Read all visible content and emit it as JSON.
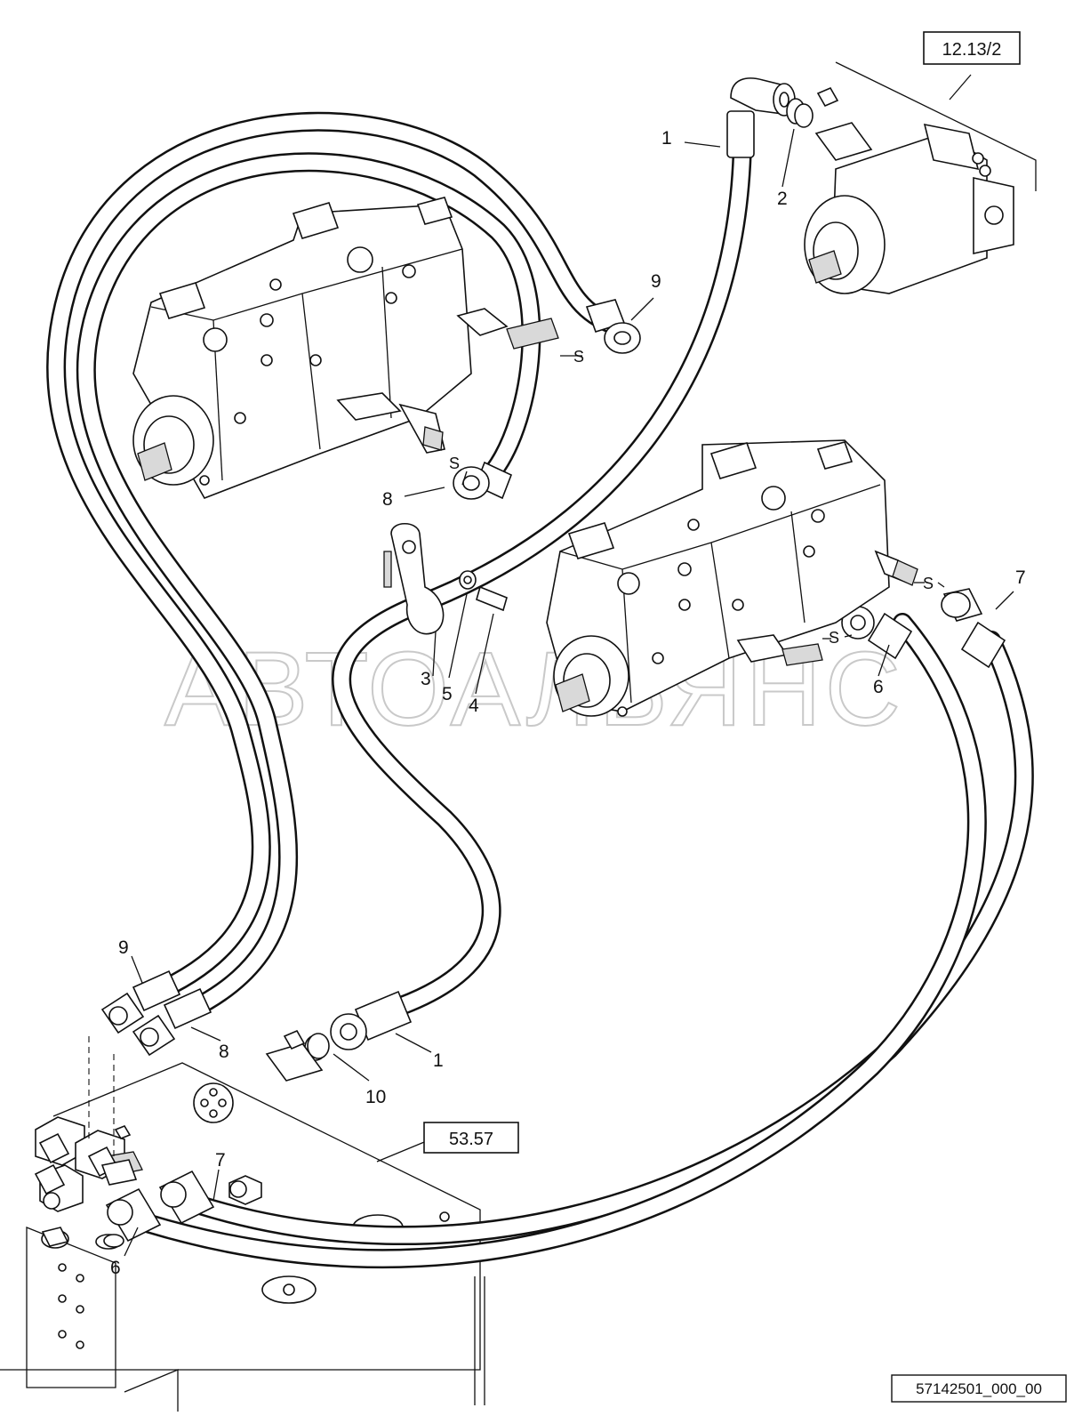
{
  "references": {
    "top_right": "12.13/2",
    "bottom_center": "53.57"
  },
  "drawing_id": "57142501_000_00",
  "watermark": "АВТОАЛЬЯНС",
  "callouts": [
    {
      "id": "c1-top",
      "label": "1"
    },
    {
      "id": "c2",
      "label": "2"
    },
    {
      "id": "c9-top",
      "label": "9"
    },
    {
      "id": "c8-top",
      "label": "8"
    },
    {
      "id": "c3",
      "label": "3"
    },
    {
      "id": "c5",
      "label": "5"
    },
    {
      "id": "c4",
      "label": "4"
    },
    {
      "id": "c6-right",
      "label": "6"
    },
    {
      "id": "c7-right",
      "label": "7"
    },
    {
      "id": "c9-bottom",
      "label": "9"
    },
    {
      "id": "c8-bottom",
      "label": "8"
    },
    {
      "id": "c1-bottom",
      "label": "1"
    },
    {
      "id": "c10",
      "label": "10"
    },
    {
      "id": "c7-bottom",
      "label": "7"
    },
    {
      "id": "c6-bottom",
      "label": "6"
    }
  ],
  "s_marks": [
    "S",
    "S",
    "S",
    "S"
  ]
}
